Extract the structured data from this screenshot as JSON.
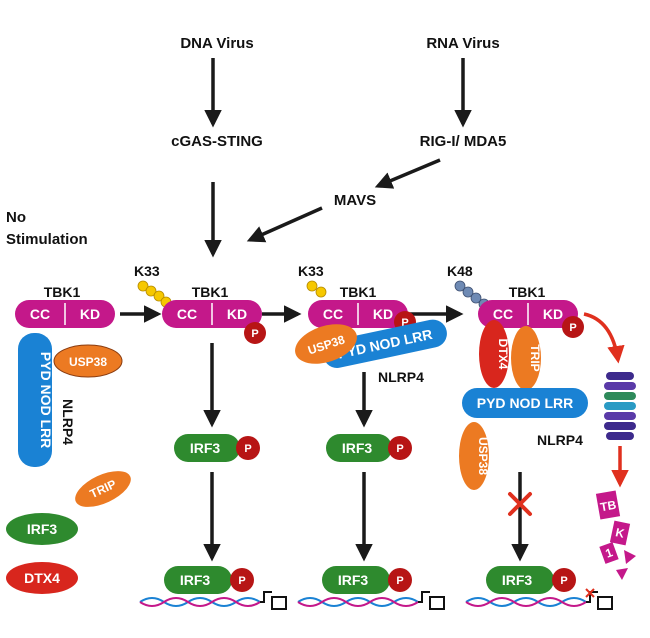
{
  "top": {
    "dna_virus": "DNA Virus",
    "rna_virus": "RNA Virus",
    "cgas_sting": "cGAS-STING",
    "rig_mda5": "RIG-I/ MDA5",
    "mavs": "MAVS"
  },
  "no_stimulation": [
    "No",
    "Stimulation"
  ],
  "ubiquitin": {
    "k33_a": "K33",
    "k33_b": "K33",
    "k48": "K48"
  },
  "proteins": {
    "tbk1": "TBK1",
    "cc": "CC",
    "kd": "KD",
    "p": "P",
    "usp38": "USP38",
    "trip": "TRIP",
    "irf3": "IRF3",
    "dtx4": "DTX4",
    "nlrp4": "NLRP4",
    "pyd": "PYD",
    "nod": "NOD",
    "lrr": "LRR"
  },
  "degraded_fragments": [
    "TB",
    "K",
    "1"
  ],
  "colors": {
    "magenta": "#c4188a",
    "blue": "#1a82d4",
    "orange": "#ec7a22",
    "green": "#2e8a2e",
    "red": "#d8261d",
    "yellow": "#f6c800",
    "slate": "#6e8ab4",
    "purple": "#3d2a8c",
    "arrow_red": "#e0301e"
  }
}
